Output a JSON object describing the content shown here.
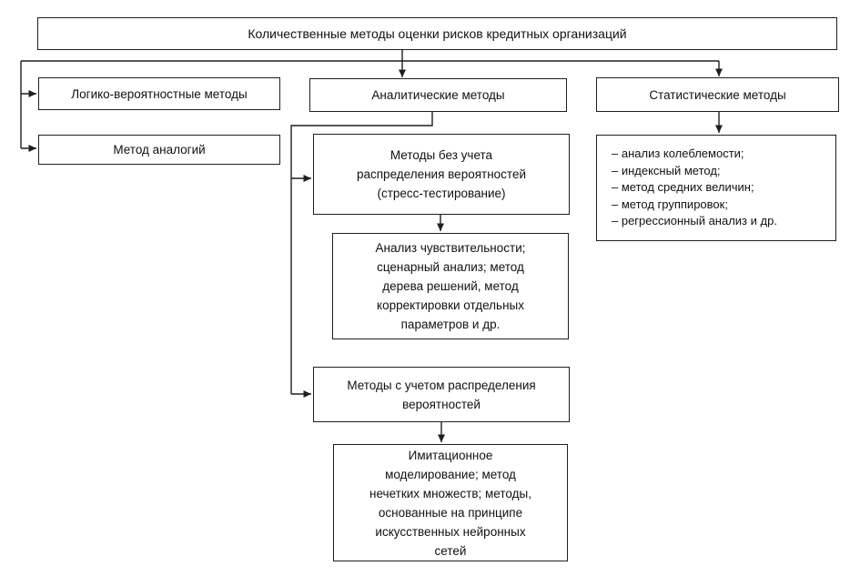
{
  "diagram": {
    "root": "Количественные методы оценки рисков кредитных организаций",
    "logic_probabilistic": "Логико-вероятностные методы",
    "analogy": "Метод аналогий",
    "analytical": "Аналитические методы",
    "statistical": "Статистические методы",
    "without_distribution": [
      "Методы без учета",
      "распределения вероятностей",
      "(стресс-тестирование)"
    ],
    "without_distribution_examples": [
      "Анализ чувствительности;",
      "сценарный анализ; метод",
      "дерева решений, метод",
      "корректировки отдельных",
      "параметров и др."
    ],
    "with_distribution": [
      "Методы с учетом распределения",
      "вероятностей"
    ],
    "with_distribution_examples": [
      "Имитационное",
      "моделирование; метод",
      "нечетких множеств; методы,",
      "основанные на принципе",
      "искусственных нейронных",
      "сетей"
    ],
    "statistical_methods": [
      "– анализ колеблемости;",
      "– индексный метод;",
      "– метод средних величин;",
      "– метод группировок;",
      "– регрессионный анализ и др."
    ]
  },
  "colors": {
    "line": "#1f1f1f",
    "text": "#111111",
    "background": "#ffffff"
  }
}
